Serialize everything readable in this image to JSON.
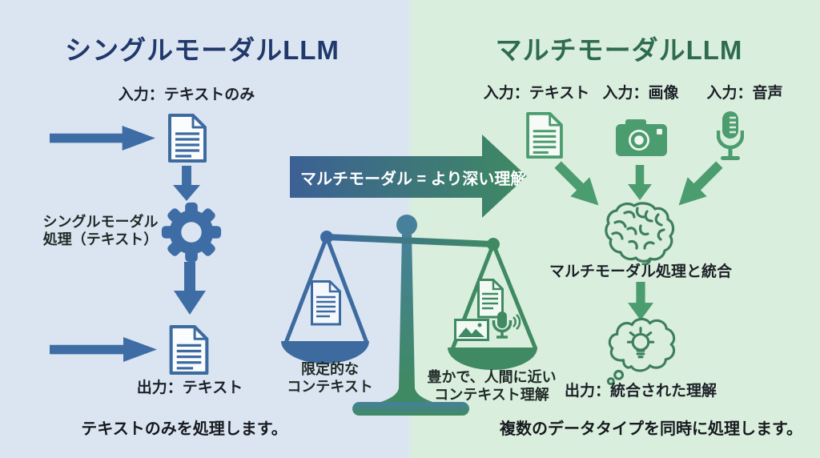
{
  "left_panel": {
    "title": "シングルモーダルLLM",
    "input_label": "入力：テキストのみ",
    "process_line1": "シングルモーダル",
    "process_line2": "処理（テキスト）",
    "output_label": "出力：テキスト",
    "caption": "テキストのみを処理します。"
  },
  "banner": {
    "label": "マルチモーダル = より深い理解"
  },
  "scale": {
    "left_line1": "限定的な",
    "left_line2": "コンテキスト",
    "right_line1": "豊かで、人間に近い",
    "right_line2": "コンテキスト理解"
  },
  "right_panel": {
    "title": "マルチモーダルLLM",
    "input_text_label": "入力：テキスト",
    "input_image_label": "入力：画像",
    "input_audio_label": "入力：音声",
    "process_label": "マルチモーダル処理と統合",
    "output_label": "出力：統合された理解",
    "caption": "複数のデータタイプを同時に処理します。"
  },
  "icons": {
    "left": [
      "document-icon",
      "gear-icon",
      "arrow-right-icon",
      "arrow-down-icon"
    ],
    "middle": [
      "balance-scale-icon",
      "document-icon",
      "image-icon",
      "microphone-icon"
    ],
    "right": [
      "document-icon",
      "camera-icon",
      "microphone-icon",
      "brain-icon",
      "thought-bubble-lightbulb-icon",
      "arrow-down-icon"
    ]
  },
  "colors": {
    "left_background": "#dbe5f2",
    "right_background": "#daeedd",
    "blue_accent": "#3d6ba0",
    "navy_title": "#21386b",
    "green_accent": "#4b9c6e",
    "green_outline": "#3d7f5d",
    "green_title": "#2e6b50",
    "banner_gradient_from": "#3c6095",
    "banner_gradient_to": "#3f8a62",
    "text": "#1c2128",
    "banner_text": "#ffffff"
  }
}
